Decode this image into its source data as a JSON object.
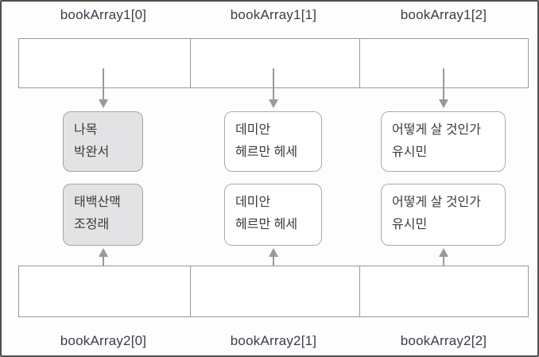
{
  "diagram": {
    "top_labels": [
      "bookArray1[0]",
      "bookArray1[1]",
      "bookArray1[2]"
    ],
    "bottom_labels": [
      "bookArray2[0]",
      "bookArray2[1]",
      "bookArray2[2]"
    ],
    "books": {
      "row1": [
        {
          "title": "나목",
          "author": "박완서"
        },
        {
          "title": "데미안",
          "author": "헤르만 헤세"
        },
        {
          "title": "어떻게 살 것인가",
          "author": "유시민"
        }
      ],
      "row2": [
        {
          "title": "태백산맥",
          "author": "조정래"
        },
        {
          "title": "데미안",
          "author": "헤르만 헤세"
        },
        {
          "title": "어떻게 살 것인가",
          "author": "유시민"
        }
      ]
    },
    "colors": {
      "outer_border": "#4f4f4f",
      "array_rect_border": "#999999",
      "arrow": "#999999",
      "shaded_box_fill": "#e3e3e5",
      "box_border": "#ababab",
      "label_text": "#3d3d4d",
      "book_text": "#3a3a3a"
    }
  }
}
